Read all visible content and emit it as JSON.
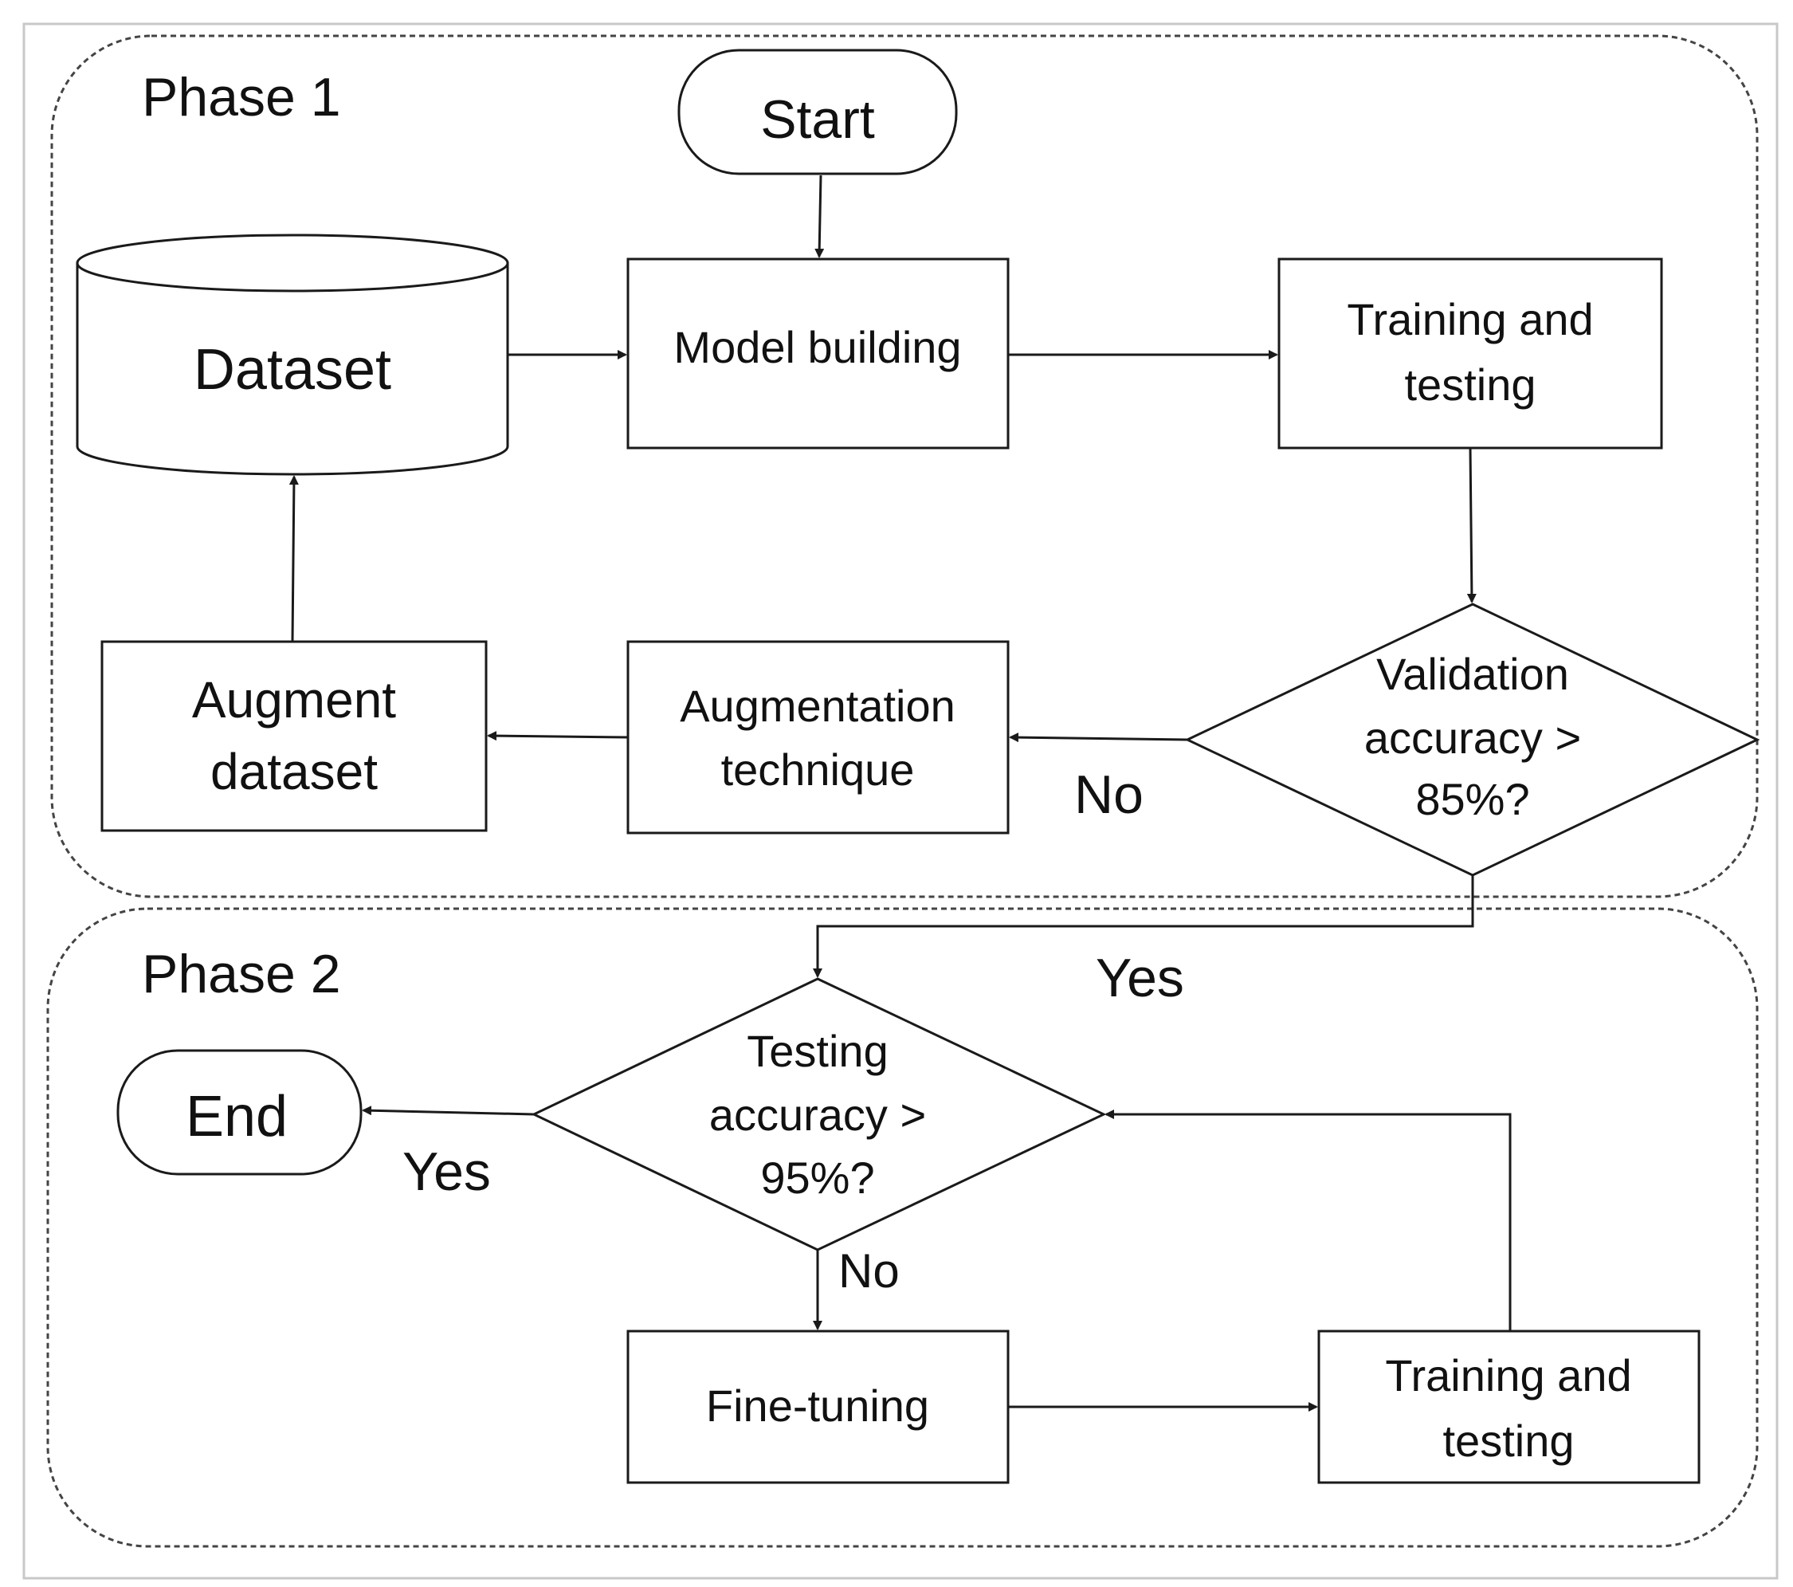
{
  "phases": {
    "phase1": "Phase 1",
    "phase2": "Phase 2"
  },
  "nodes": {
    "start": "Start",
    "dataset": "Dataset",
    "model_building": "Model building",
    "training_testing_1": [
      "Training and",
      "testing"
    ],
    "validation_decision": [
      "Validation",
      "accuracy >",
      "85%?"
    ],
    "augmentation_technique": [
      "Augmentation",
      "technique"
    ],
    "augment_dataset": [
      "Augment",
      "dataset"
    ],
    "testing_decision": [
      "Testing",
      "accuracy >",
      "95%?"
    ],
    "end": "End",
    "fine_tuning": "Fine-tuning",
    "training_testing_2": [
      "Training and",
      "testing"
    ]
  },
  "edge_labels": {
    "validation_no": "No",
    "validation_yes": "Yes",
    "testing_yes": "Yes",
    "testing_no": "No"
  }
}
